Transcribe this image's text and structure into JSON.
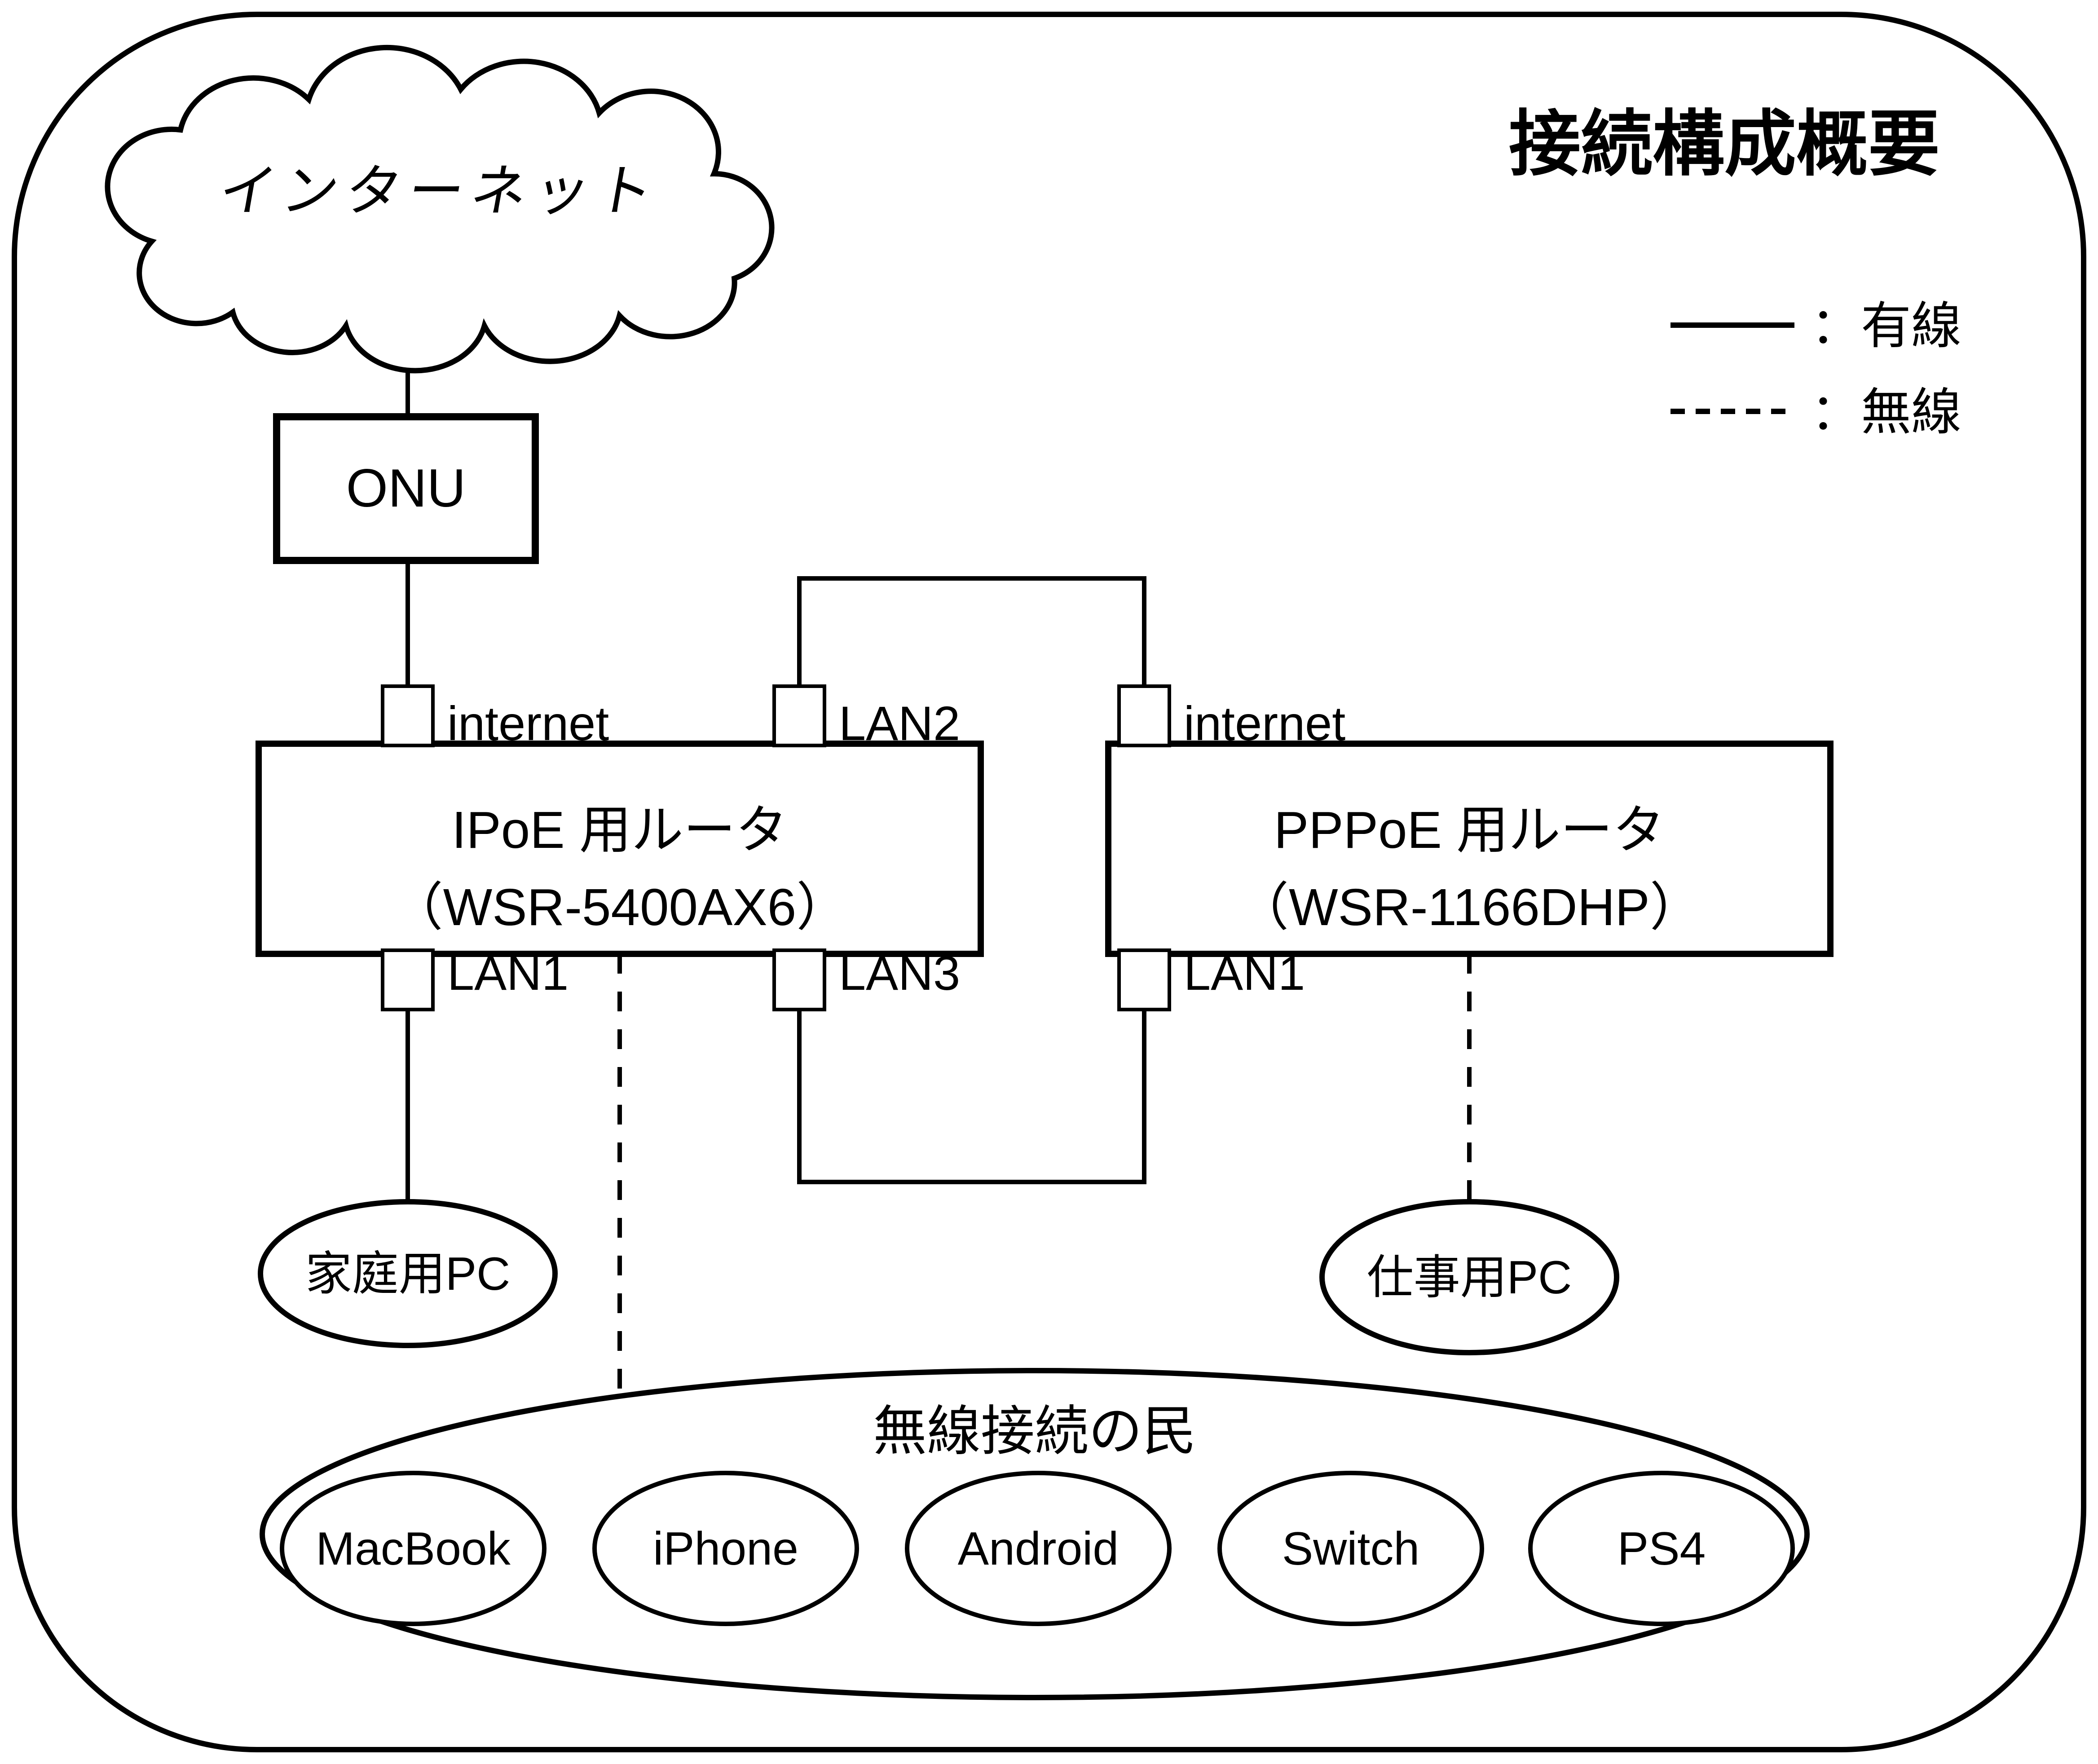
{
  "title": "接続構成概要",
  "legend": {
    "wired_label": "：有線",
    "wireless_label": "：無線"
  },
  "cloud": {
    "label": "インターネット"
  },
  "onu": {
    "label": "ONU"
  },
  "routers": {
    "ipoe": {
      "line1": "IPoE 用ルータ",
      "line2": "（WSR-5400AX6）",
      "port_top_left": "internet",
      "port_top_right": "LAN2",
      "port_bottom_left": "LAN1",
      "port_bottom_right": "LAN3"
    },
    "pppoe": {
      "line1": "PPPoE 用ルータ",
      "line2": "（WSR-1166DHP）",
      "port_top_left": "internet",
      "port_bottom_left": "LAN1"
    }
  },
  "pcs": {
    "home_pc": "家庭用PC",
    "work_pc": "仕事用PC"
  },
  "wireless_group": {
    "label": "無線接続の民",
    "devices": [
      "MacBook",
      "iPhone",
      "Android",
      "Switch",
      "PS4"
    ]
  },
  "colors": {
    "line": "#000000",
    "background": "#ffffff"
  }
}
